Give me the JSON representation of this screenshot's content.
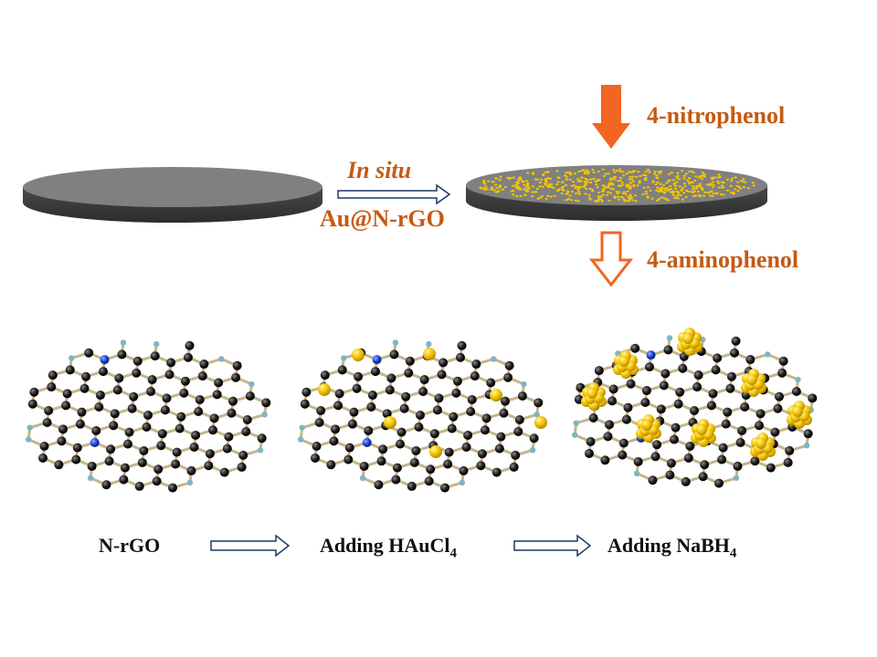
{
  "top": {
    "arrow_label_top": "In situ",
    "arrow_label_bottom": "Au@N-rGO",
    "reactant": "4-nitrophenol",
    "product": "4-aminophenol"
  },
  "bottom": {
    "stage1": "N-rGO",
    "stage2_prefix": "Adding HAuCl",
    "stage2_sub": "4",
    "stage3_prefix": "Adding NaBH",
    "stage3_sub": "4"
  },
  "colors": {
    "orange": "#c55a11",
    "arrow_fill": "#f26522",
    "disk_top": "#7f7f7f",
    "disk_side": "#555555",
    "gold": "#f5c400",
    "carbon": "#111111",
    "nitrogen": "#1b3fd6",
    "hydrogen": "#7fb5c4",
    "bond": "#d8c59a",
    "outline_arrow": "#1f3864"
  }
}
